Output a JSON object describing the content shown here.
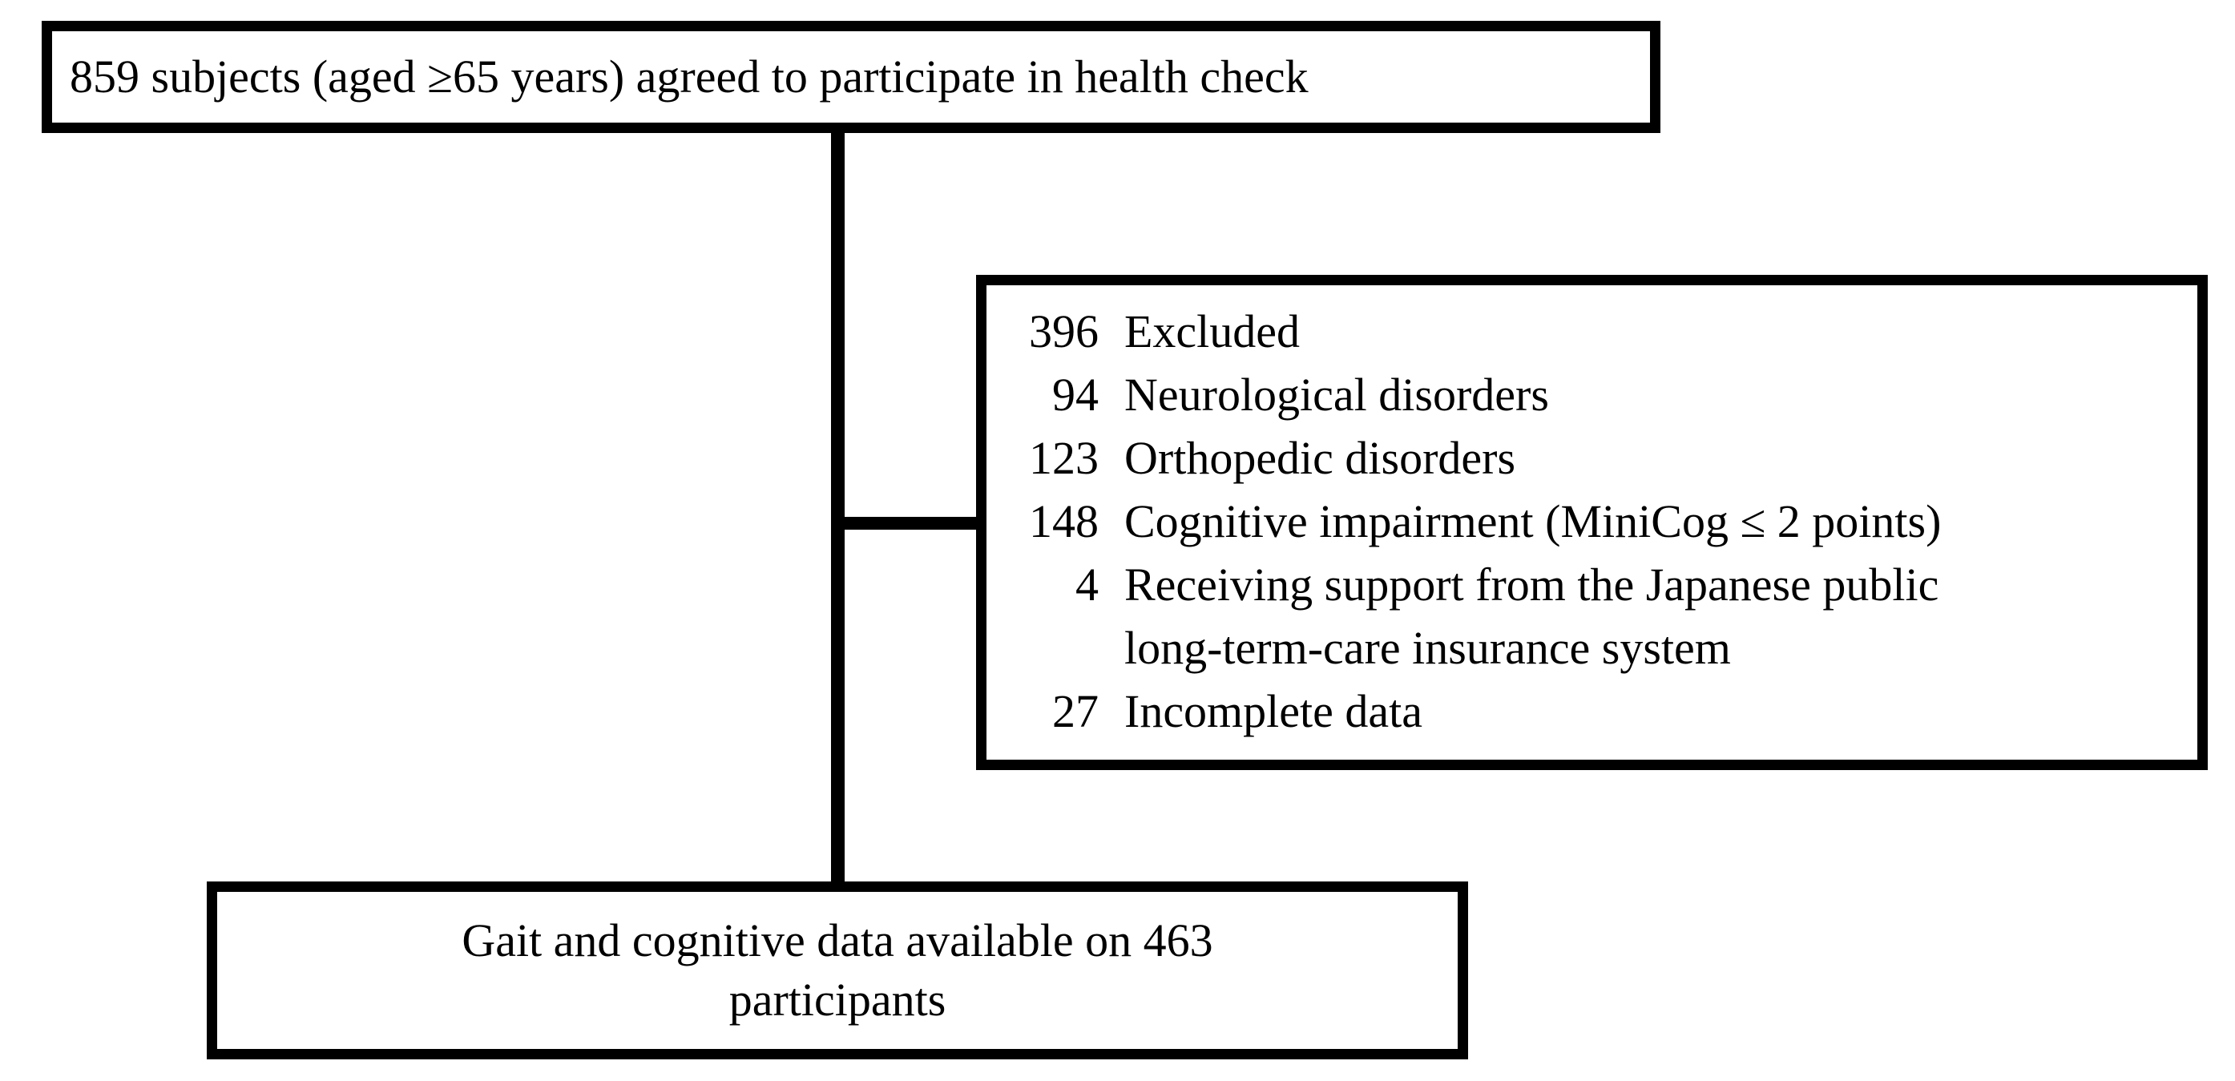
{
  "diagram": {
    "type": "participant-flow-diagram",
    "colors": {
      "box_border": "#000000",
      "box_fill": "#ffffff",
      "text": "#000000",
      "connector": "#000000"
    },
    "enrolled_box": {
      "text": "859 subjects (aged ≥65 years) agreed to participate in health check",
      "count": 859
    },
    "excluded_box": {
      "rows": [
        {
          "number": "396",
          "label": "Excluded"
        },
        {
          "number": "94",
          "label": "Neurological disorders"
        },
        {
          "number": "123",
          "label": "Orthopedic disorders"
        },
        {
          "number": "148",
          "label": "Cognitive impairment (MiniCog ≤ 2 points)"
        },
        {
          "number": "4",
          "label": "Receiving support from the Japanese public"
        },
        {
          "number": "",
          "label": "long-term-care insurance system"
        },
        {
          "number": "27",
          "label": "Incomplete data"
        }
      ]
    },
    "final_box": {
      "line1": "Gait and cognitive data available on 463",
      "line2": "participants",
      "count": 463
    }
  }
}
